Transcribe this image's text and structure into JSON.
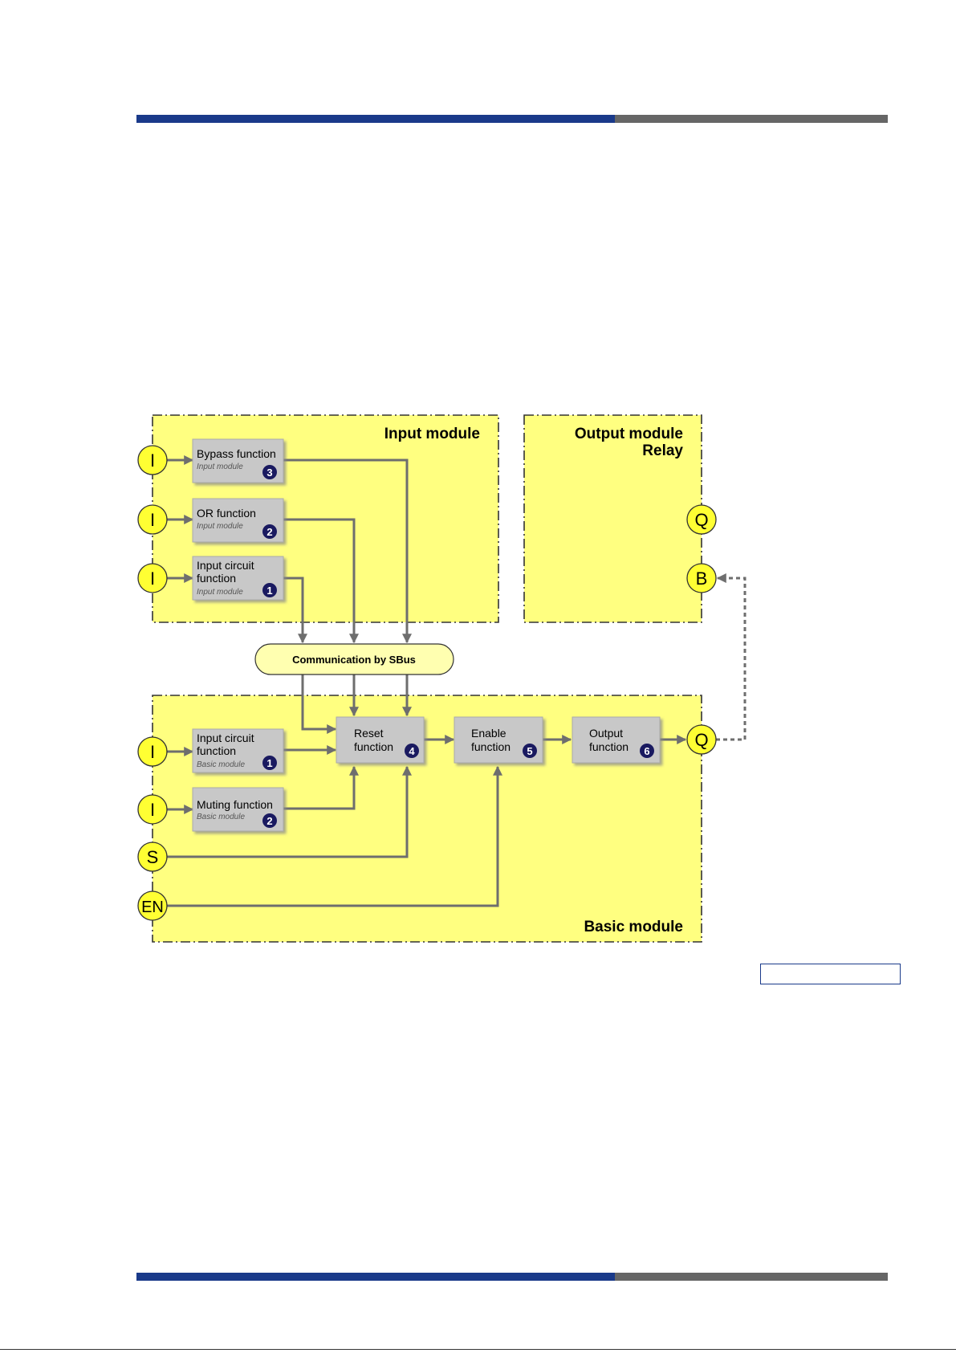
{
  "colors": {
    "header_blue": "#1a3a8a",
    "header_gray": "#666666",
    "module_fill": "#ffff80",
    "function_fill": "#c8c8c8",
    "io_fill": "#ffff33",
    "bus_fill": "#ffffb0",
    "badge_fill": "#1a1a60",
    "arrow": "#6e6e6e"
  },
  "diagram": {
    "input_module": {
      "title": "Input module"
    },
    "output_module": {
      "title_line1": "Output module",
      "title_line2": "Relay"
    },
    "basic_module": {
      "title": "Basic module"
    },
    "bus": {
      "label": "Communication by SBus"
    },
    "input_functions": [
      {
        "line1": "Bypass function",
        "line2": "",
        "sub": "Input module",
        "num": "3"
      },
      {
        "line1": "OR function",
        "line2": "",
        "sub": "Input module",
        "num": "2"
      },
      {
        "line1": "Input circuit",
        "line2": "function",
        "sub": "Input module",
        "num": "1"
      }
    ],
    "basic_functions": [
      {
        "line1": "Input circuit",
        "line2": "function",
        "sub": "Basic module",
        "num": "1"
      },
      {
        "line1": "Muting function",
        "line2": "",
        "sub": "Basic module",
        "num": "2"
      }
    ],
    "chain_functions": [
      {
        "line1": "Reset",
        "line2": "function",
        "num": "4"
      },
      {
        "line1": "Enable",
        "line2": "function",
        "num": "5"
      },
      {
        "line1": "Output",
        "line2": "function",
        "num": "6"
      }
    ],
    "terminals": {
      "input_I1": "I",
      "input_I2": "I",
      "input_I3": "I",
      "output_Q": "Q",
      "output_B": "B",
      "basic_I1": "I",
      "basic_I2": "I",
      "basic_S": "S",
      "basic_EN": "EN",
      "basic_Q": "Q"
    }
  }
}
